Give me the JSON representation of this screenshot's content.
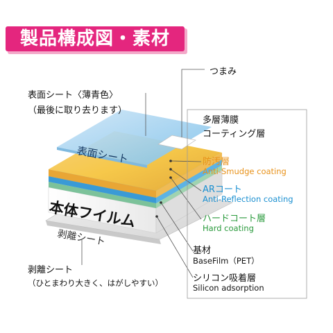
{
  "title": "製品構成図・素材",
  "colors": {
    "title_bg": "#e4267e",
    "title_shadow": "#f3a9c9",
    "antismudge": "#e8921a",
    "ar": "#1a8fd0",
    "hard": "#2a9a3c"
  },
  "left_labels": {
    "surface_sheet": "表面シート〈薄青色〉",
    "surface_note": "（最後に取り去ります）",
    "release_sheet": "剥離シート",
    "release_note": "（ひとまわり大きく、はがしやすい）"
  },
  "layer_labels": {
    "surface": "表面シート",
    "main_film": "本体フイルム",
    "release": "剥離シート"
  },
  "tab_label": "つまみ",
  "coating": {
    "header_line1": "多層薄膜",
    "header_line2": "コーティング層",
    "antismudge_jp": "防汚層",
    "antismudge_en": "Anti-Smudge coating",
    "ar_jp": "ARコート",
    "ar_en": "Anti-Reflection coating",
    "hard_jp": "ハードコート層",
    "hard_en": "Hard coating"
  },
  "base": {
    "jp": "基材",
    "en": "BaseFilm（PET）"
  },
  "silicon": {
    "jp": "シリコン吸着層",
    "en": "Silicon adsorption"
  }
}
